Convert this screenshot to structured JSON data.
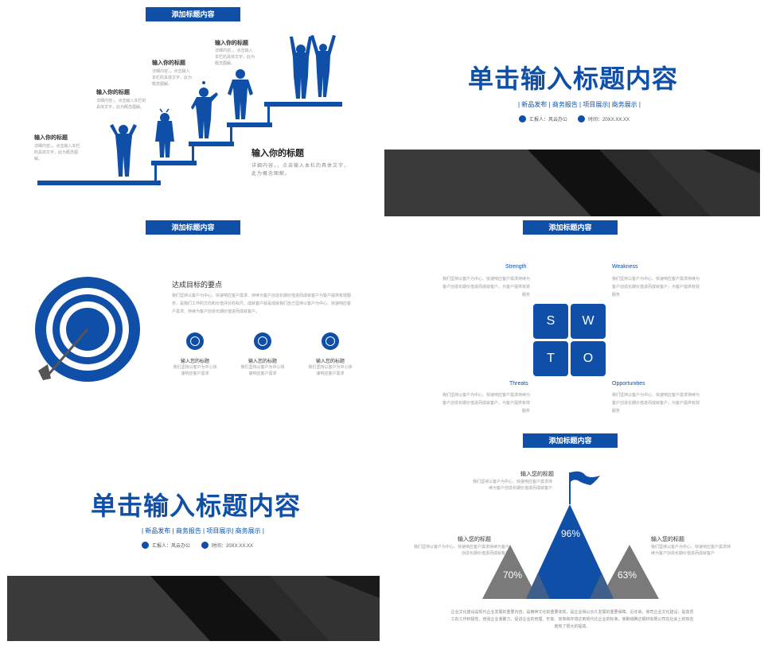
{
  "badge_text": "添加标题内容",
  "cover": {
    "title": "单击输入标题内容",
    "subtitle": "| 新品发布 | 商务报告 | 项目展示| 商务展示 |",
    "reporter": "汇报人：风云办公",
    "time": "时间：20XX.XX.XX"
  },
  "stairs": {
    "steps": [
      {
        "heading": "输入你的标题",
        "detail": "详细内容，，点击输入本栏的具体文字，此为概念图解。"
      },
      {
        "heading": "输入你的标题",
        "detail": "详细内容，，点击输入本栏的具体文字，此为概念图解。"
      },
      {
        "heading": "输入你的标题",
        "detail": "详细内容，，点击输入本栏的具体文字，此为概念图解。"
      },
      {
        "heading": "输入你的标题",
        "detail": "详细内容，，点击输入本栏的具体文字，此为概念图解。"
      }
    ],
    "main_heading": "输入你的标题",
    "main_detail": "详细内容，，点击输入本栏的具体文字，此为概念图解。"
  },
  "target": {
    "heading": "达成目标的要点",
    "paragraph": "我们坚持以客户为中心、快速响应客户需求、持续为客户创造长期价值进而成就客户为客户提供有效服务，是我们工作的方向和价值评价的标尺，成就客户就是成就我们自己坚持以客户为中心、快速响应客户需求、持续为客户创造长期价值进而成就客户。",
    "items": [
      {
        "label": "输入您的标题",
        "text": "我们坚持以客户为中心快速响应客户需求"
      },
      {
        "label": "输入您的标题",
        "text": "我们坚持以客户为中心快速响应客户需求"
      },
      {
        "label": "输入您的标题",
        "text": "我们坚持以客户为中心快速响应客户需求"
      }
    ]
  },
  "swot": {
    "letters": [
      "S",
      "W",
      "T",
      "O"
    ],
    "strength": {
      "title": "Strength",
      "text": "我们坚持以客户为中心、快速响应客户需求持续为客户创造长期价值进而成就客户，为客户提供有效服务"
    },
    "weakness": {
      "title": "Weakness",
      "text": "我们坚持以客户为中心、快速响应客户需求持续为客户创造长期价值进而成就客户，为客户提供有效服务"
    },
    "threats": {
      "title": "Threats",
      "text": "我们坚持以客户为中心、快速响应客户需求持续为客户创造长期价值进而成就客户，为客户提供有效服务"
    },
    "opportunities": {
      "title": "Opportunities",
      "text": "我们坚持以客户为中心、快速响应客户需求持续为客户创造长期价值进而成就客户，为客户提供有效服务"
    }
  },
  "mountain": {
    "top": {
      "label": "输入您的标题",
      "text": "我们坚持以客户为中心、快速响应客户需求持续为客户创造长期价值进而成就客户"
    },
    "left": {
      "label": "输入您的标题",
      "text": "我们坚持以客户为中心、快速响应客户需求持续为客户创造长期价值进而成就客户"
    },
    "right": {
      "label": "输入您的标题",
      "text": "我们坚持以客户为中心、快速响应客户需求持续为客户创造长期价值进而成就客户"
    },
    "pct_center": "96%",
    "pct_left": "70%",
    "pct_right": "63%",
    "footer": "企业文化建设是现代企业发展的重要内容，是精神文化的重要体现，是企业得以长久发展的重要保障。近年来，我司企业文化建设，提高员工的工作积极性，增强企业凝聚力，促进企业的管理、形象、效率和环境达到现代化企业的标准，使聊城腾达钢材有限公司在社会上的知名度有了很大的提高。"
  },
  "colors": {
    "accent": "#0f4fa8",
    "gray": "#7a7a7a",
    "dark": "#1c1c1c"
  }
}
